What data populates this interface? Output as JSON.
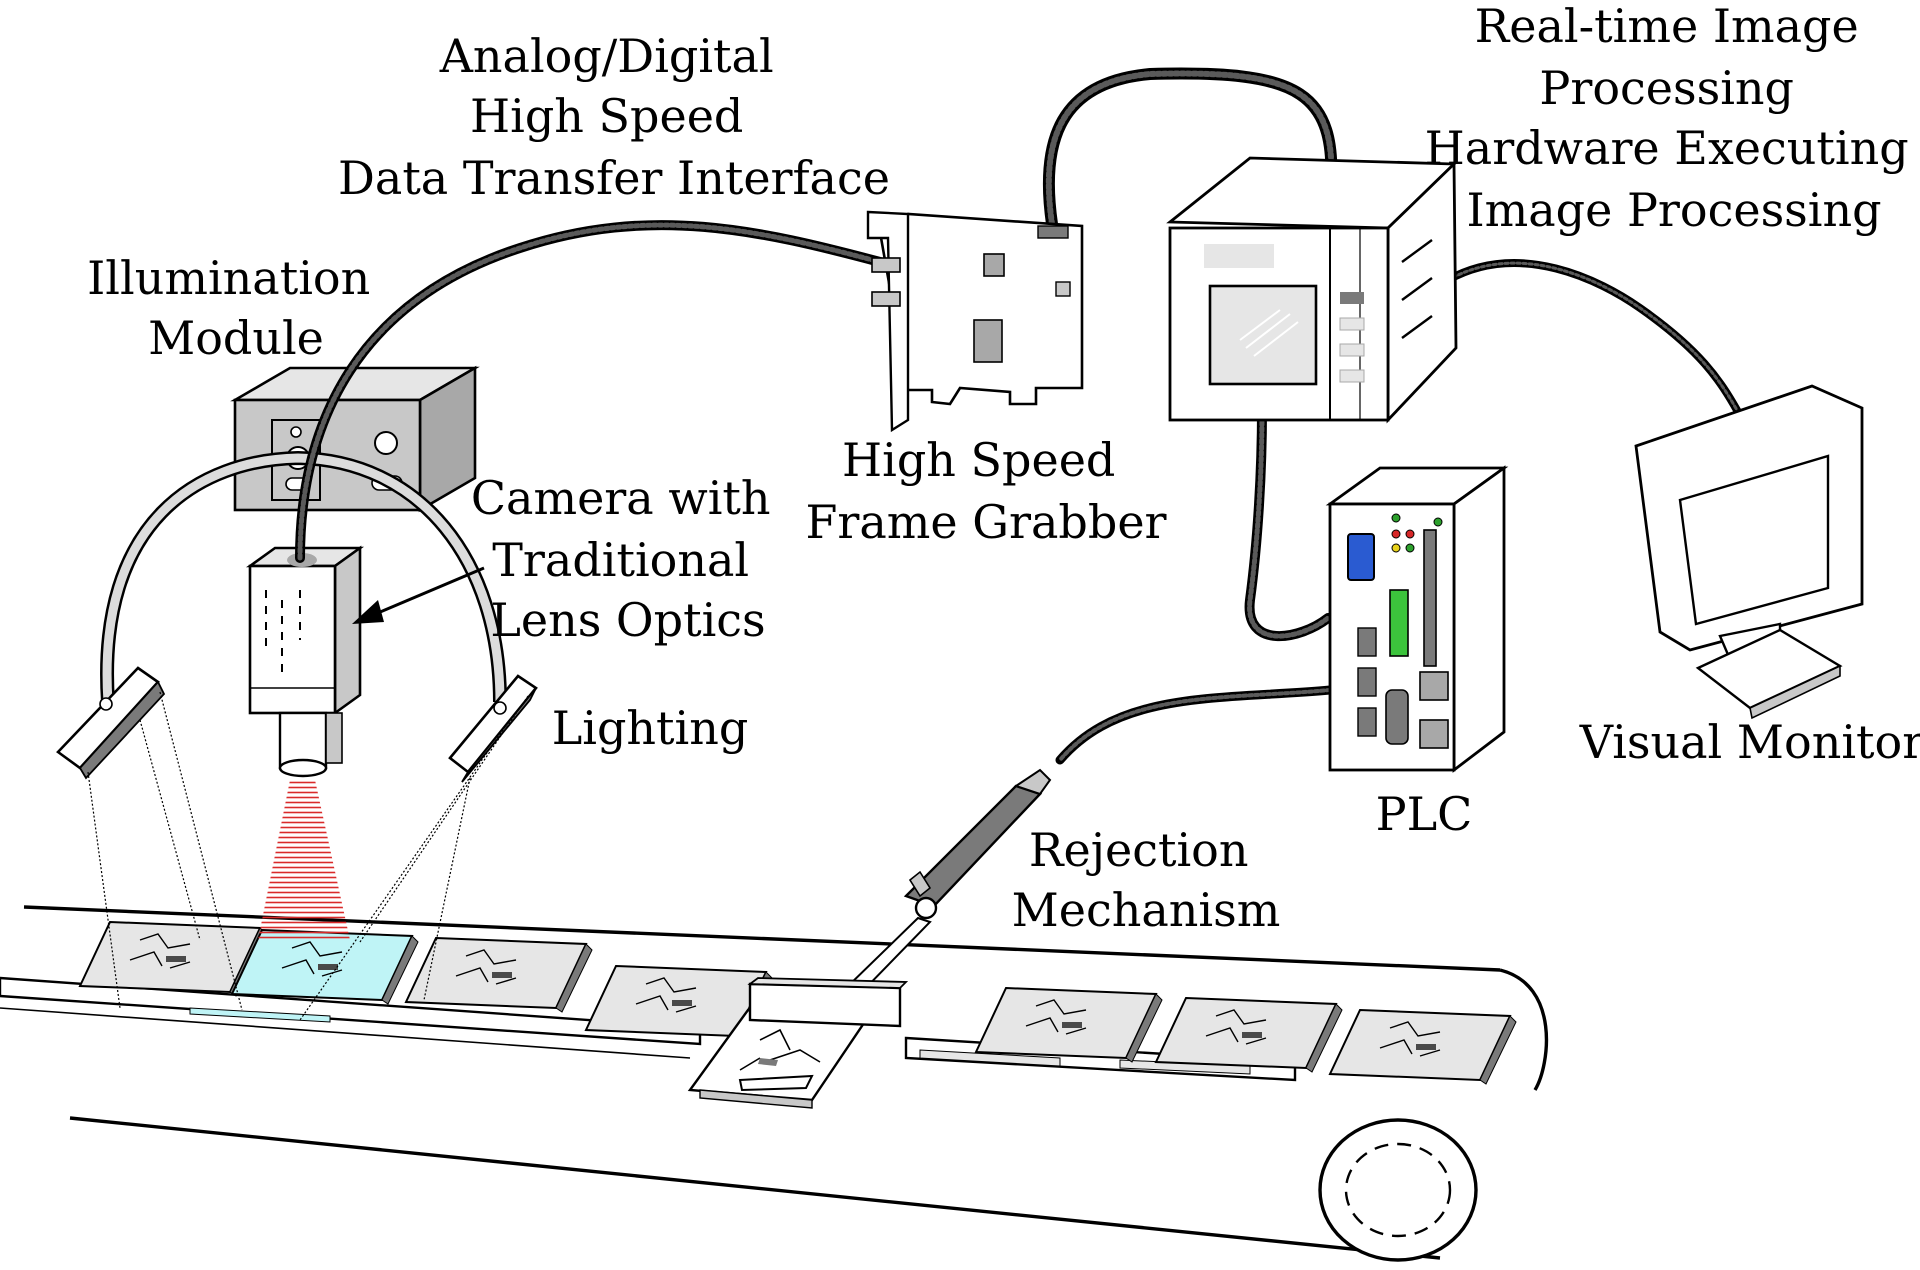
{
  "labels": {
    "illumination": [
      "Illumination",
      "Module"
    ],
    "interface": [
      "Analog/Digital",
      "High Speed",
      "Data Transfer Interface"
    ],
    "realtime": [
      "Real-time Image",
      "Processing",
      "Hardware Executing",
      "Image Processing"
    ],
    "camera": [
      "Camera with",
      "Traditional",
      "Lens Optics"
    ],
    "lighting": "Lighting",
    "frame_grabber": [
      "High Speed",
      "Frame Grabber"
    ],
    "plc": "PLC",
    "monitor": "Visual Monitor",
    "rejection": [
      "Rejection",
      "Mechanism"
    ]
  },
  "colors": {
    "line": "#000000",
    "device_gray": "#c8c8c8",
    "device_light": "#e6e6e6",
    "dark_gray": "#7a7a7a",
    "inspected_board": "#bff4f6",
    "laser": "#d92b2b",
    "plc_port": "#2a5bd1",
    "led_green": "#2ca02c",
    "led_red": "#d62728",
    "led_yellow": "#e8d21c",
    "terminal_green": "#3cc43c"
  },
  "icons": [
    "light-bar-icon",
    "camera-icon",
    "pci-card-icon",
    "processing-unit-icon",
    "plc-icon",
    "monitor-icon",
    "actuator-icon",
    "conveyor-icon",
    "pcb-icon"
  ]
}
